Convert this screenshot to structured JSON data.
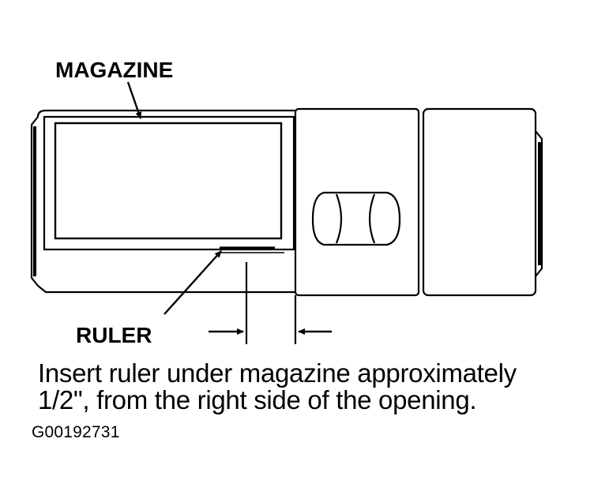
{
  "labels": {
    "magazine": "MAGAZINE",
    "ruler": "RULER"
  },
  "caption": {
    "line1": "Insert ruler under magazine approximately",
    "line2": "1/2\", from the right side of the opening."
  },
  "figure_id": "G00192731"
}
